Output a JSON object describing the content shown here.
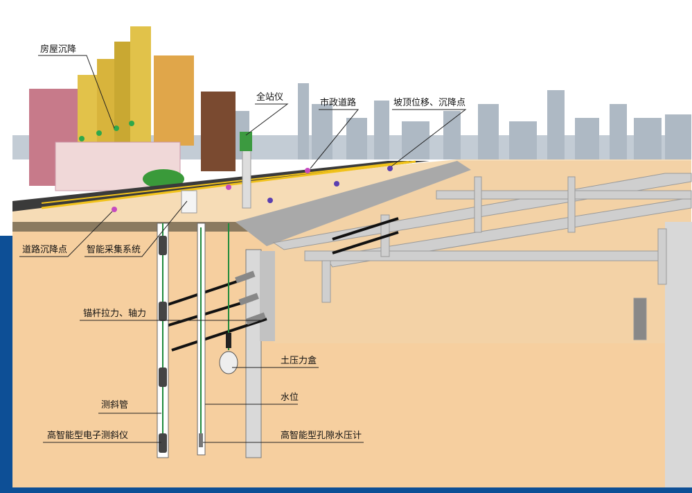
{
  "title": "基坑监测示意图",
  "labels": {
    "building_settlement": "房屋沉降",
    "total_station": "全站仪",
    "municipal_road": "市政道路",
    "slope_top": "坡顶位移、沉降点",
    "road_settlement": "道路沉降点",
    "acquisition_system": "智能采集系统",
    "anchor_force": "锚杆拉力、轴力",
    "earth_pressure_cell": "土压力盒",
    "inclinometer_tube": "测斜管",
    "water_level": "水位",
    "inclinometer": "高智能型电子测斜仪",
    "piezometer": "高智能型孔隙水压计"
  },
  "colors": {
    "soil": "#f6cf9f",
    "ground": "#f6dcb6",
    "frame": "#bcbcbc",
    "accent_blue": "#0d4f96",
    "sensor_green": "#2fa84a",
    "sensor_purple": "#5b3fb0"
  }
}
